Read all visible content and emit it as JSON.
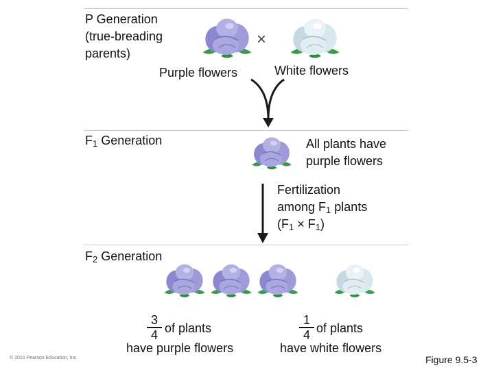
{
  "p_generation": {
    "title_lines": [
      "P Generation",
      "(true-breading",
      "parents)"
    ],
    "cross_symbol": "×",
    "purple_label": "Purple flowers",
    "white_label": "White flowers"
  },
  "f1_generation": {
    "title": "F",
    "title_sub": "1",
    "title_rest": " Generation",
    "result_lines": [
      "All plants have",
      "purple flowers"
    ]
  },
  "fertilization": {
    "line1": "Fertilization",
    "line2_pre": "among F",
    "line2_sub": "1",
    "line2_post": " plants",
    "line3_a": "(F",
    "line3_sub1": "1",
    "line3_mid": " × F",
    "line3_sub2": "1",
    "line3_end": ")"
  },
  "f2_generation": {
    "title": "F",
    "title_sub": "2",
    "title_rest": " Generation",
    "purple_fraction": {
      "numerator": "3",
      "denominator": "4",
      "text": "of plants",
      "line2": "have purple flowers"
    },
    "white_fraction": {
      "numerator": "1",
      "denominator": "4",
      "text": "of plants",
      "line2": "have white flowers"
    }
  },
  "copyright": "© 2010 Pearson Education, Inc.",
  "figure_label": "Figure 9.5-3",
  "colors": {
    "purple_petal": "#9e9bd8",
    "purple_dark": "#6f6ab8",
    "white_petal": "#d9e8ef",
    "white_dark": "#9fb8c6",
    "leaf": "#3c9a4a",
    "arrow": "#1a1a1a",
    "rule": "#c8c8c8"
  }
}
